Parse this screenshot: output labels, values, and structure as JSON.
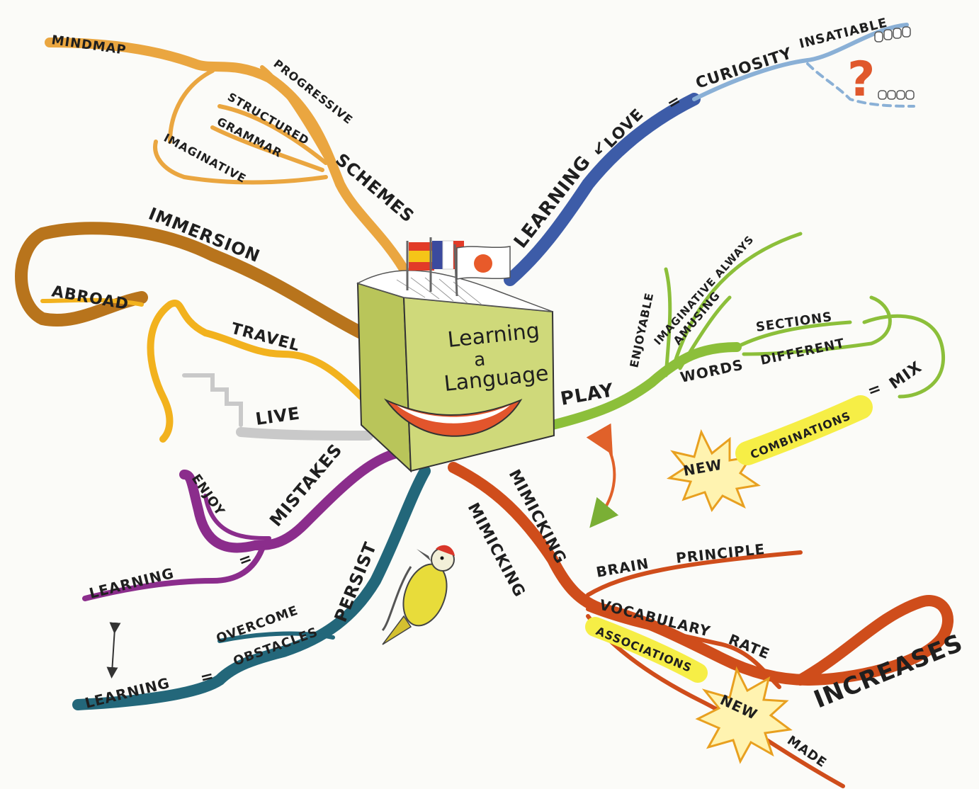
{
  "center": {
    "title_line1": "Learning",
    "title_line2": "a",
    "title_line3": "Language"
  },
  "colors": {
    "schemes_branch": "#eaa640",
    "immersion_branch": "#b8741c",
    "travel_branch": "#f2b21e",
    "live_branch": "#c8c8c8",
    "mistakes_branch": "#8b2d8c",
    "persist_branch": "#23677a",
    "mimicking_branch": "#cf4d1b",
    "play_branch": "#8cbf3a",
    "learning_branch": "#3d5ca8",
    "curiosity_branch": "#8ab0d6",
    "book_cover": "#cfd97a",
    "highlight": "#f6ee46",
    "question_mark": "#e0582c"
  },
  "branches": {
    "schemes": {
      "label": "SCHEMES",
      "sub": {
        "mindmap": "MINDMAP",
        "progressive": "PROGRESSIVE",
        "structured": "STRUCTURED",
        "grammar": "GRAMMAR",
        "imaginative": "IMAGINATIVE"
      }
    },
    "immersion": {
      "label": "IMMERSION",
      "abroad": "ABROAD"
    },
    "travel": {
      "label": "TRAVEL"
    },
    "live": {
      "label": "LIVE"
    },
    "mistakes": {
      "label": "MISTAKES",
      "enjoy": "ENJOY",
      "equals": "=",
      "learning": "LEARNING"
    },
    "persist": {
      "label": "PERSIST",
      "overcome": "OVERCOME",
      "obstacles": "OBSTACLES",
      "equals": "=",
      "learning": "LEARNING"
    },
    "mimicking": {
      "label_a": "MIMICKING",
      "label_b": "MIMICKING",
      "brain": "BRAIN",
      "principle": "PRINCIPLE",
      "vocabulary": "VOCABULARY",
      "rate": "RATE",
      "associations": "ASSOCIATIONS",
      "new": "NEW",
      "made": "MADE",
      "increases": "INCREASES"
    },
    "play": {
      "label": "PLAY",
      "enjoyable": "ENJOYABLE",
      "imaginative_always": "IMAGINATIVE ALWAYS",
      "amusing": "AMUSING",
      "words": "WORDS",
      "sections": "SECTIONS",
      "different": "DIFFERENT",
      "equals": "=",
      "mix": "MIX",
      "combinations": "COMBINATIONS",
      "new": "NEW"
    },
    "learning": {
      "label": "LEARNING",
      "arrow": "↙",
      "love": "LOVE",
      "equals": "=",
      "curiosity": "CURIOSITY",
      "insatiable": "INSATIABLE",
      "question": "?"
    }
  }
}
